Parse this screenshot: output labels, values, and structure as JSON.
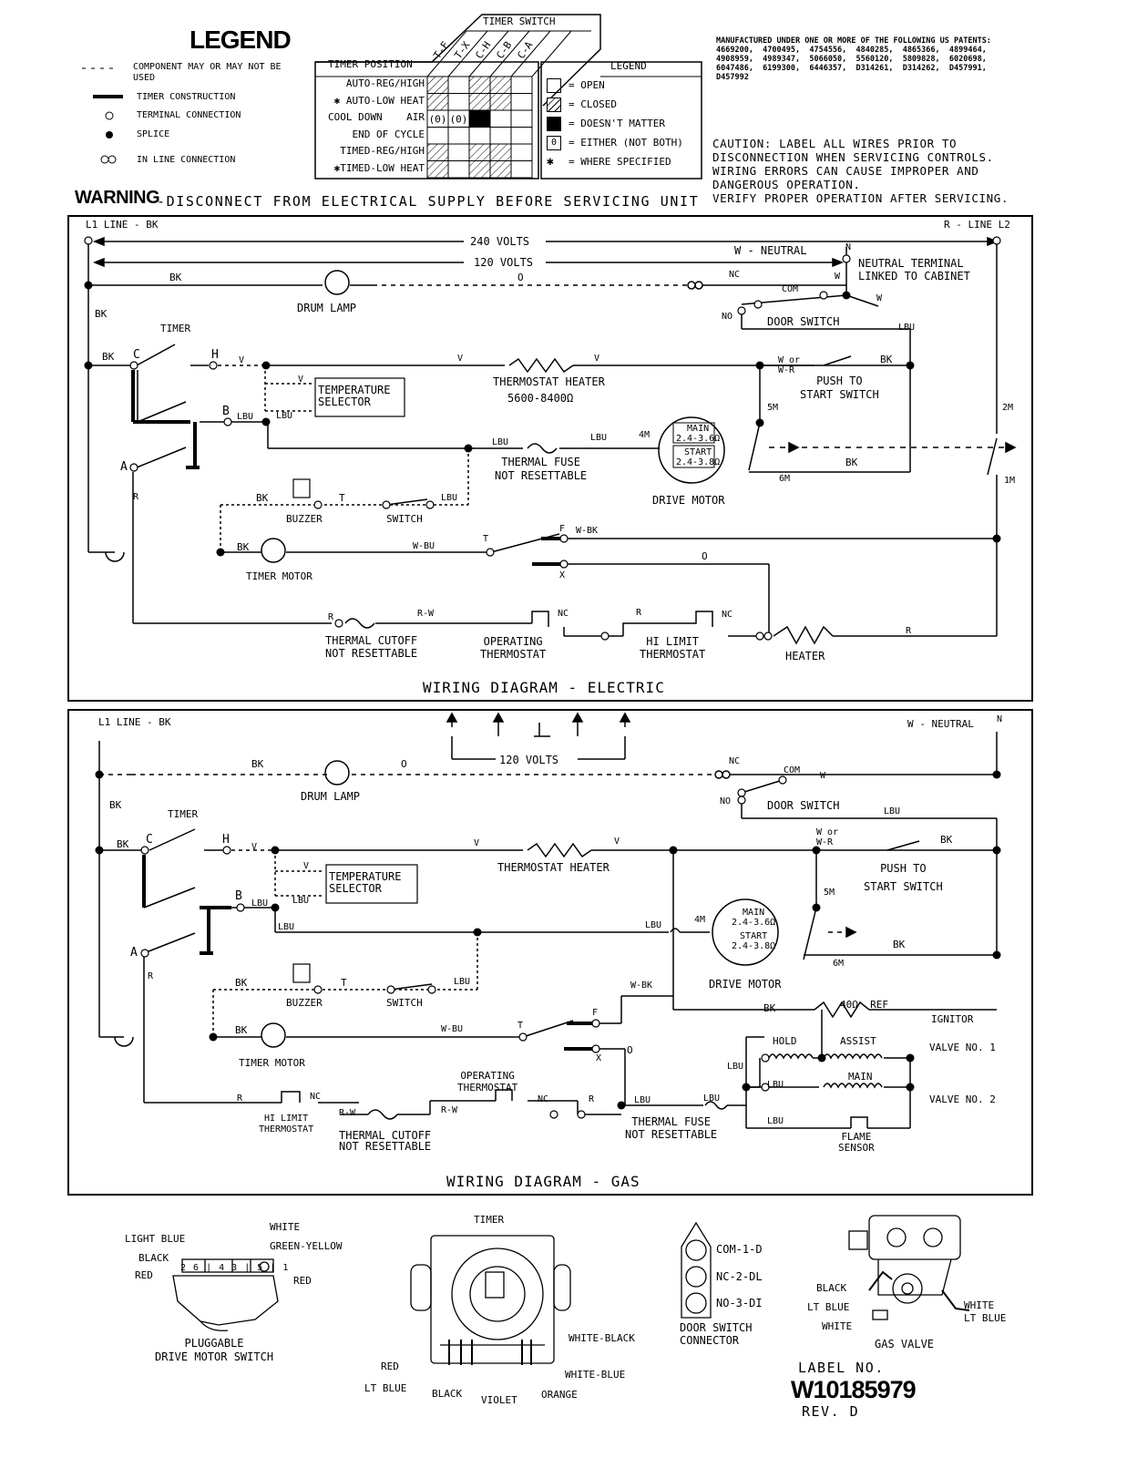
{
  "legend": {
    "title": "LEGEND",
    "items": [
      {
        "symbol": "- - - -",
        "icon": "dashed-line-icon",
        "text": "COMPONENT MAY OR MAY NOT BE USED"
      },
      {
        "symbol": "",
        "icon": "thick-line-icon",
        "text": "TIMER CONSTRUCTION"
      },
      {
        "symbol": "",
        "icon": "open-circle-icon",
        "text": "TERMINAL CONNECTION"
      },
      {
        "symbol": "",
        "icon": "filled-dot-icon",
        "text": "SPLICE"
      },
      {
        "symbol": "",
        "icon": "double-circle-icon",
        "text": "IN LINE CONNECTION"
      }
    ]
  },
  "timer_chart": {
    "title": "TIMER SWITCH",
    "header": "TIMER POSITION",
    "columns": [
      "T-F",
      "T-X",
      "C-H",
      "C-B",
      "C-A"
    ],
    "rows": [
      "AUTO-REG/HIGH",
      "✱ AUTO-LOW HEAT",
      "COOL DOWN    AIR",
      "END OF CYCLE",
      "TIMED-REG/HIGH",
      "✱TIMED-LOW HEAT"
    ],
    "cells": [
      [
        "closed",
        "open",
        "closed",
        "closed",
        "open"
      ],
      [
        "closed",
        "open",
        "closed",
        "closed",
        "open"
      ],
      [
        "either",
        "either",
        "dont",
        "open",
        "open"
      ],
      [
        "open",
        "open",
        "open",
        "open",
        "open"
      ],
      [
        "closed",
        "open",
        "closed",
        "closed",
        "open"
      ],
      [
        "closed",
        "open",
        "closed",
        "closed",
        "open"
      ]
    ],
    "legend_title": "LEGEND",
    "legend_items": [
      {
        "key": "open",
        "text": "= OPEN"
      },
      {
        "key": "closed",
        "text": "= CLOSED"
      },
      {
        "key": "dont",
        "text": "= DOESN'T MATTER"
      },
      {
        "key": "either",
        "text": "= EITHER (NOT BOTH)"
      },
      {
        "key": "star",
        "text": "= WHERE SPECIFIED"
      }
    ]
  },
  "patents": {
    "heading": "MANUFACTURED UNDER ONE OR MORE OF THE FOLLOWING US PATENTS:",
    "lines": [
      "4669200,  4700495,  4754556,  4840285,  4865366,  4899464,",
      "4908959,  4989347,  5066050,  5560120,  5809828,  6020698,",
      "6047486,  6199300,  6446357,  D314261,  D314262,  D457991,",
      "D457992"
    ]
  },
  "caution": {
    "lines": [
      "CAUTION: LABEL ALL WIRES PRIOR TO",
      "DISCONNECTION WHEN SERVICING CONTROLS.",
      "WIRING ERRORS CAN CAUSE IMPROPER AND",
      "DANGEROUS OPERATION.",
      "VERIFY PROPER OPERATION AFTER SERVICING."
    ]
  },
  "warning": {
    "label": "WARNING",
    "text": "-DISCONNECT FROM ELECTRICAL SUPPLY BEFORE SERVICING UNIT"
  },
  "electric": {
    "title": "WIRING DIAGRAM - ELECTRIC",
    "line1": "L1 LINE - BK",
    "line2": "R - LINE L2",
    "v240": "240 VOLTS",
    "v120": "120 VOLTS",
    "neutral": "W - NEUTRAL",
    "n": "N",
    "neutral_terminal": "NEUTRAL TERMINAL\nLINKED TO CABINET",
    "drum_lamp": "DRUM LAMP",
    "door_switch": "DOOR SWITCH",
    "timer": "TIMER",
    "temp_selector": "TEMPERATURE\nSELECTOR",
    "thermostat_heater": "THERMOSTAT HEATER",
    "thermostat_heater_ohms": "5600-8400Ω",
    "push_to_start": "PUSH TO\nSTART SWITCH",
    "thermal_fuse": "THERMAL FUSE\nNOT RESETTABLE",
    "motor_main": "MAIN\n2.4-3.6Ω",
    "motor_start": "START\n2.4-3.8Ω",
    "drive_motor": "DRIVE MOTOR",
    "buzzer": "BUZZER",
    "switch": "SWITCH",
    "timer_motor": "TIMER MOTOR",
    "thermal_cutoff": "THERMAL CUTOFF\nNOT RESETTABLE",
    "operating_thermostat": "OPERATING\nTHERMOSTAT",
    "hi_limit": "HI LIMIT\nTHERMOSTAT",
    "heater": "HEATER",
    "wires": {
      "bk": "BK",
      "o": "O",
      "v": "V",
      "lbu": "LBU",
      "r": "R",
      "rw": "R-W",
      "wbk": "W-BK",
      "wbu": "W-BU",
      "w": "W",
      "wr": "W or\nW-R",
      "nc": "NC",
      "no": "NO",
      "com": "COM",
      "t": "T",
      "f": "F",
      "x": "X",
      "c": "C",
      "h": "H",
      "a": "A",
      "b": "B",
      "m4": "4M",
      "m5": "5M",
      "m6": "6M",
      "m1": "1M",
      "m2": "2M"
    }
  },
  "gas": {
    "title": "WIRING DIAGRAM - GAS",
    "line1": "L1 LINE - BK",
    "neutral": "W - NEUTRAL",
    "n": "N",
    "v120": "120 VOLTS",
    "drum_lamp": "DRUM LAMP",
    "door_switch": "DOOR SWITCH",
    "timer": "TIMER",
    "temp_selector": "TEMPERATURE\nSELECTOR",
    "thermostat_heater": "THERMOSTAT HEATER",
    "push_to_start": "PUSH TO\nSTART SWITCH",
    "motor_main": "MAIN\n2.4-3.6Ω",
    "motor_start": "START\n2.4-3.8Ω",
    "drive_motor": "DRIVE MOTOR",
    "buzzer": "BUZZER",
    "switch": "SWITCH",
    "timer_motor": "TIMER MOTOR",
    "ignitor": "IGNITOR",
    "ignitor_ref": "40Ω  REF",
    "hold": "HOLD",
    "assist": "ASSIST",
    "main": "MAIN",
    "valve1": "VALVE NO. 1",
    "valve2": "VALVE NO. 2",
    "flame_sensor": "FLAME\nSENSOR",
    "thermal_fuse": "THERMAL FUSE\nNOT RESETTABLE",
    "hi_limit": "HI LIMIT\nTHERMOSTAT",
    "thermal_cutoff": "THERMAL CUTOFF\nNOT RESETTABLE",
    "operating_thermostat": "OPERATING\nTHERMOSTAT"
  },
  "drive_motor_switch": {
    "title": "PLUGGABLE\nDRIVE MOTOR SWITCH",
    "labels": [
      "LIGHT BLUE",
      "BLACK",
      "RED",
      "WHITE",
      "GREEN-YELLOW",
      "RED"
    ],
    "pins": "2 6 | 4 3 | 5 | 1"
  },
  "timer_photo": {
    "title": "TIMER",
    "labels": [
      "RED",
      "LT BLUE",
      "BLACK",
      "VIOLET",
      "ORANGE",
      "WHITE-BLUE",
      "WHITE-BLACK"
    ]
  },
  "door_switch_connector": {
    "pins": [
      "COM-1-D",
      "NC-2-DL",
      "NO-3-DI"
    ],
    "title": "DOOR SWITCH\nCONNECTOR"
  },
  "gas_valve": {
    "title": "GAS VALVE",
    "labels": [
      "BLACK",
      "LT BLUE",
      "WHITE",
      "WHITE",
      "LT BLUE"
    ]
  },
  "label_info": {
    "label_no": "LABEL NO.",
    "number": "W10185979",
    "rev": "REV. D"
  }
}
